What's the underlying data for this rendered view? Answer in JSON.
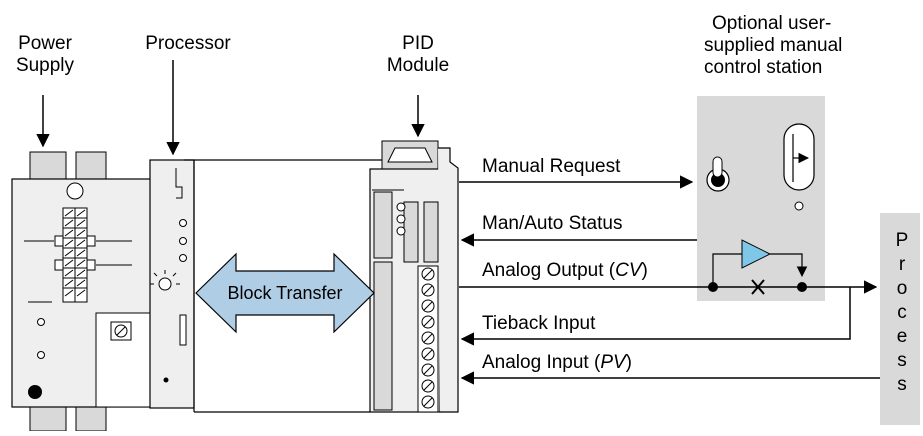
{
  "labels": {
    "power_supply_line1": "Power",
    "power_supply_line2": "Supply",
    "processor": "Processor",
    "pid_line1": "PID",
    "pid_line2": "Module",
    "station_line1": "Optional user-",
    "station_line2": "supplied manual",
    "station_line3": "control station",
    "block_transfer": "Block Transfer"
  },
  "signals": {
    "manual_request": "Manual Request",
    "man_auto_status": "Man/Auto Status",
    "analog_output_prefix": "Analog Output (",
    "analog_output_var": "CV",
    "analog_output_suffix": ")",
    "tieback_input": "Tieback Input",
    "analog_input_prefix": "Analog Input (",
    "analog_input_var": "PV",
    "analog_input_suffix": ")"
  },
  "process": {
    "letters": [
      "P",
      "r",
      "o",
      "c",
      "e",
      "s",
      "s"
    ]
  },
  "colors": {
    "panel_gray": "#d9d9d9",
    "arrow_blue": "#b0cde6",
    "amp_blue": "#7fc7e8",
    "line": "#000000"
  }
}
